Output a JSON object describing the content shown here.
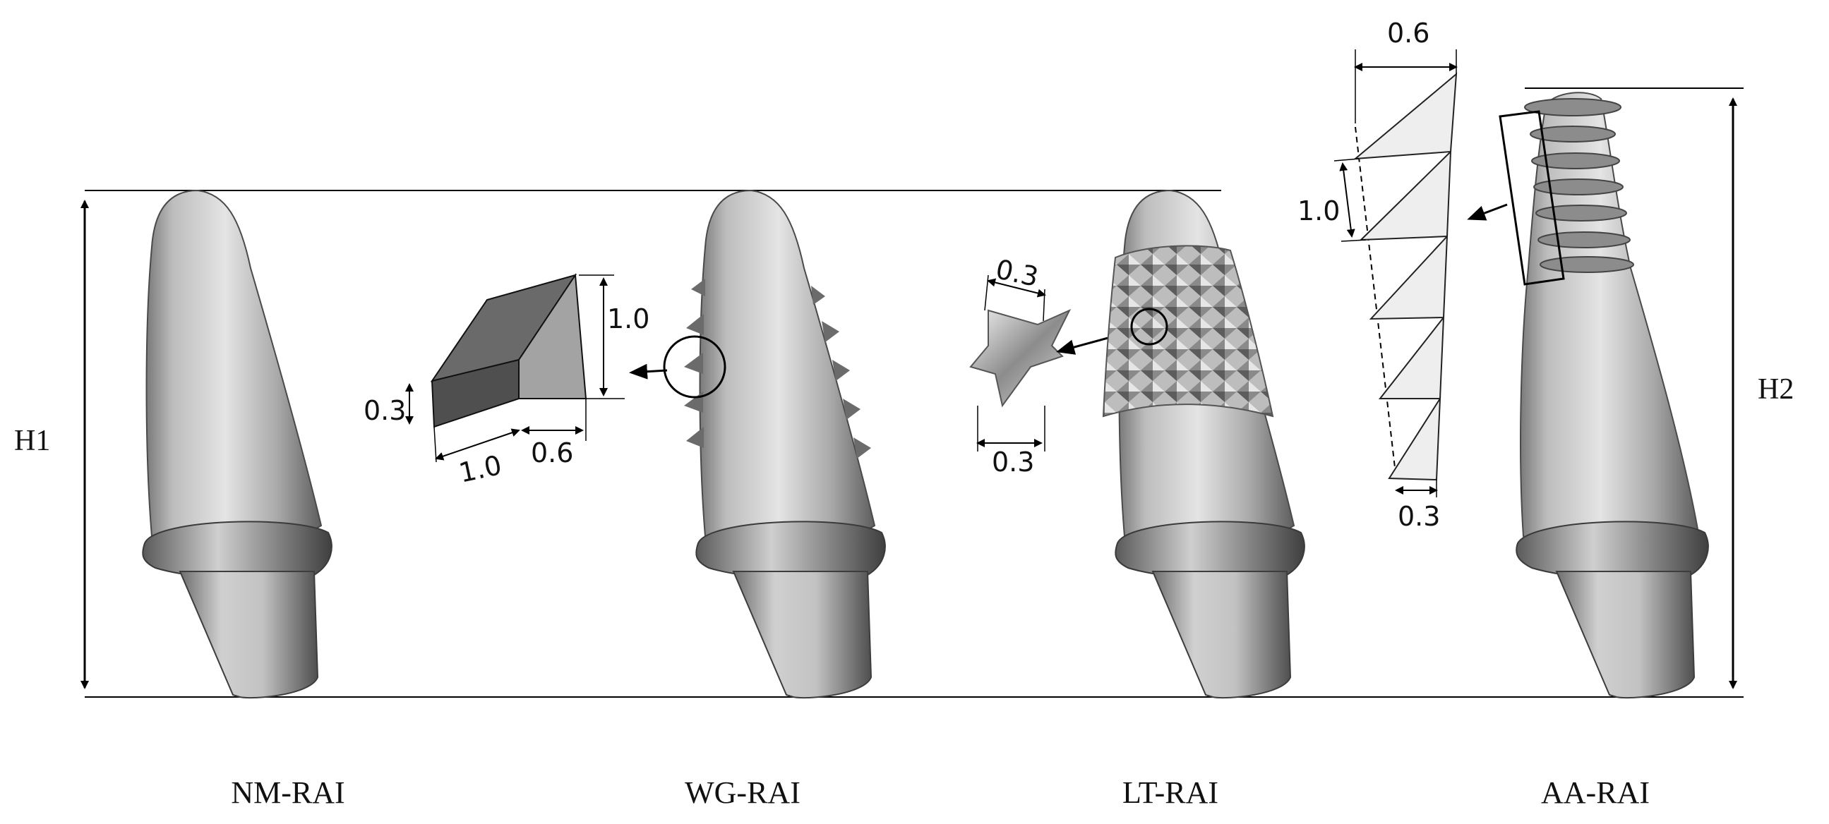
{
  "height_labels": {
    "h1": "H1",
    "h2": "H2"
  },
  "implants": [
    {
      "caption": "NM-RAI"
    },
    {
      "caption": "WG-RAI"
    },
    {
      "caption": "LT-RAI"
    },
    {
      "caption": "AA-RAI"
    }
  ],
  "wedge_dims": {
    "height": "1.0",
    "thickness": "0.3",
    "length": "1.0",
    "depth": "0.6"
  },
  "lattice_dims": {
    "top": "0.3",
    "bottom": "0.3"
  },
  "thread_dims": {
    "top": "0.6",
    "pitch": "1.0",
    "bottom": "0.3"
  }
}
